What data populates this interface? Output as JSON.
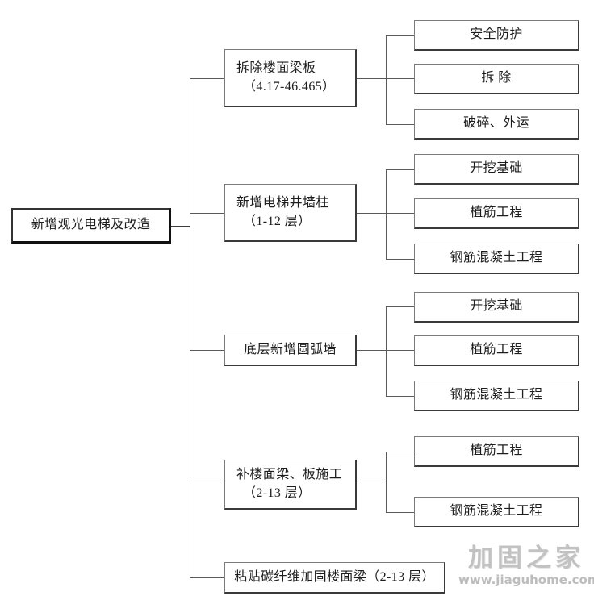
{
  "diagram": {
    "title": "新增观光电梯及改造",
    "root": {
      "label": "新增观光电梯及改造"
    },
    "branches": [
      {
        "label_line1": "拆除楼面梁板",
        "label_line2": "（4.17-46.465）",
        "children": [
          {
            "label": "安全防护"
          },
          {
            "label": "拆 除"
          },
          {
            "label": "破碎、外运"
          }
        ]
      },
      {
        "label_line1": "新增电梯井墙柱",
        "label_line2": "（1-12 层）",
        "children": [
          {
            "label": "开挖基础"
          },
          {
            "label": "植筋工程"
          },
          {
            "label": "钢筋混凝土工程"
          }
        ]
      },
      {
        "label_line1": "底层新增圆弧墙",
        "label_line2": "",
        "children": [
          {
            "label": "开挖基础"
          },
          {
            "label": "植筋工程"
          },
          {
            "label": "钢筋混凝土工程"
          }
        ]
      },
      {
        "label_line1": "补楼面梁、板施工",
        "label_line2": "（2-13 层）",
        "children": [
          {
            "label": "植筋工程"
          },
          {
            "label": "钢筋混凝土工程"
          }
        ]
      },
      {
        "label_line1": "粘贴碳纤维加固楼面梁（2-13 层）",
        "label_line2": "",
        "children": []
      }
    ]
  },
  "watermark": {
    "brand": "加固之家",
    "url": "www.jiaguhome.com"
  },
  "colors": {
    "box_border": "#7b7b7b",
    "box_shadow_edge": "#3a3a3a",
    "connector": "#5a5a5a",
    "text": "#1d1d1d",
    "background": "#ffffff",
    "watermark": "#c2c2c2"
  }
}
